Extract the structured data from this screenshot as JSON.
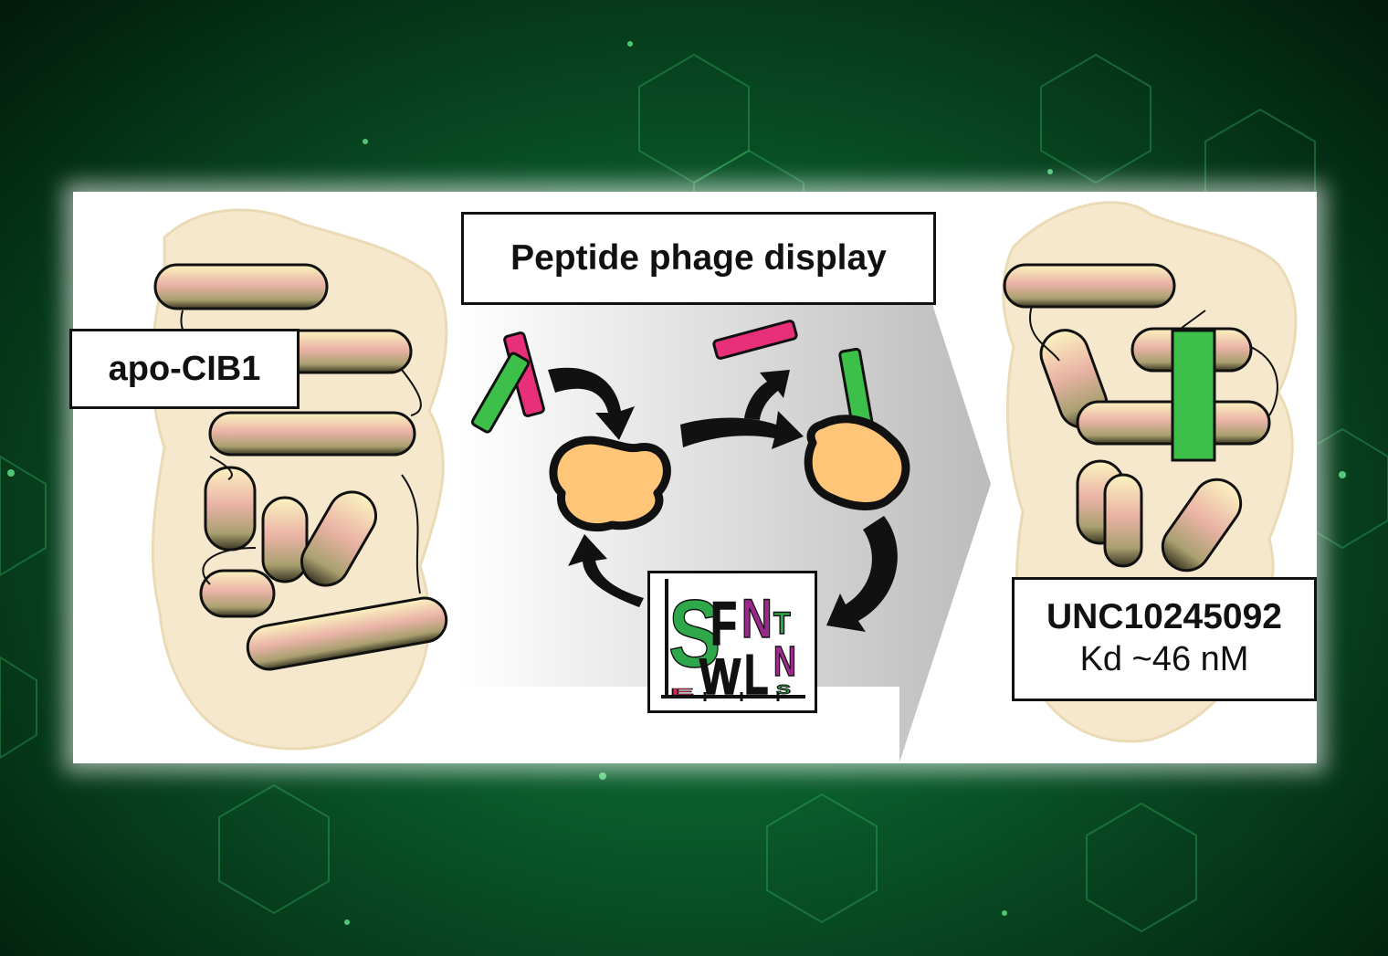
{
  "title": "Peptide phage display",
  "left_label": "apo-CIB1",
  "right_label": {
    "name": "UNC10245092",
    "kd": "Kd ~46 nM"
  },
  "sequence_logo": {
    "letters": [
      {
        "char": "S",
        "color": "#2ea84a"
      },
      {
        "char": "E",
        "color": "#d8285a"
      },
      {
        "char": "F",
        "color": "#111111"
      },
      {
        "char": "W",
        "color": "#111111"
      },
      {
        "char": "N",
        "color": "#9a2a8a"
      },
      {
        "char": "L",
        "color": "#111111"
      },
      {
        "char": "T",
        "color": "#2ea84a"
      },
      {
        "char": "N",
        "color": "#9a2a8a"
      },
      {
        "char": "S",
        "color": "#2ea84a"
      }
    ]
  },
  "colors": {
    "peptide_green": "#3cc04a",
    "peptide_pink": "#e8307a",
    "protein_orange": "#ffc67a",
    "helix_cream": "#f3eaaa",
    "helix_pink": "#e8a8a0",
    "surface": "#f6e8cc"
  }
}
